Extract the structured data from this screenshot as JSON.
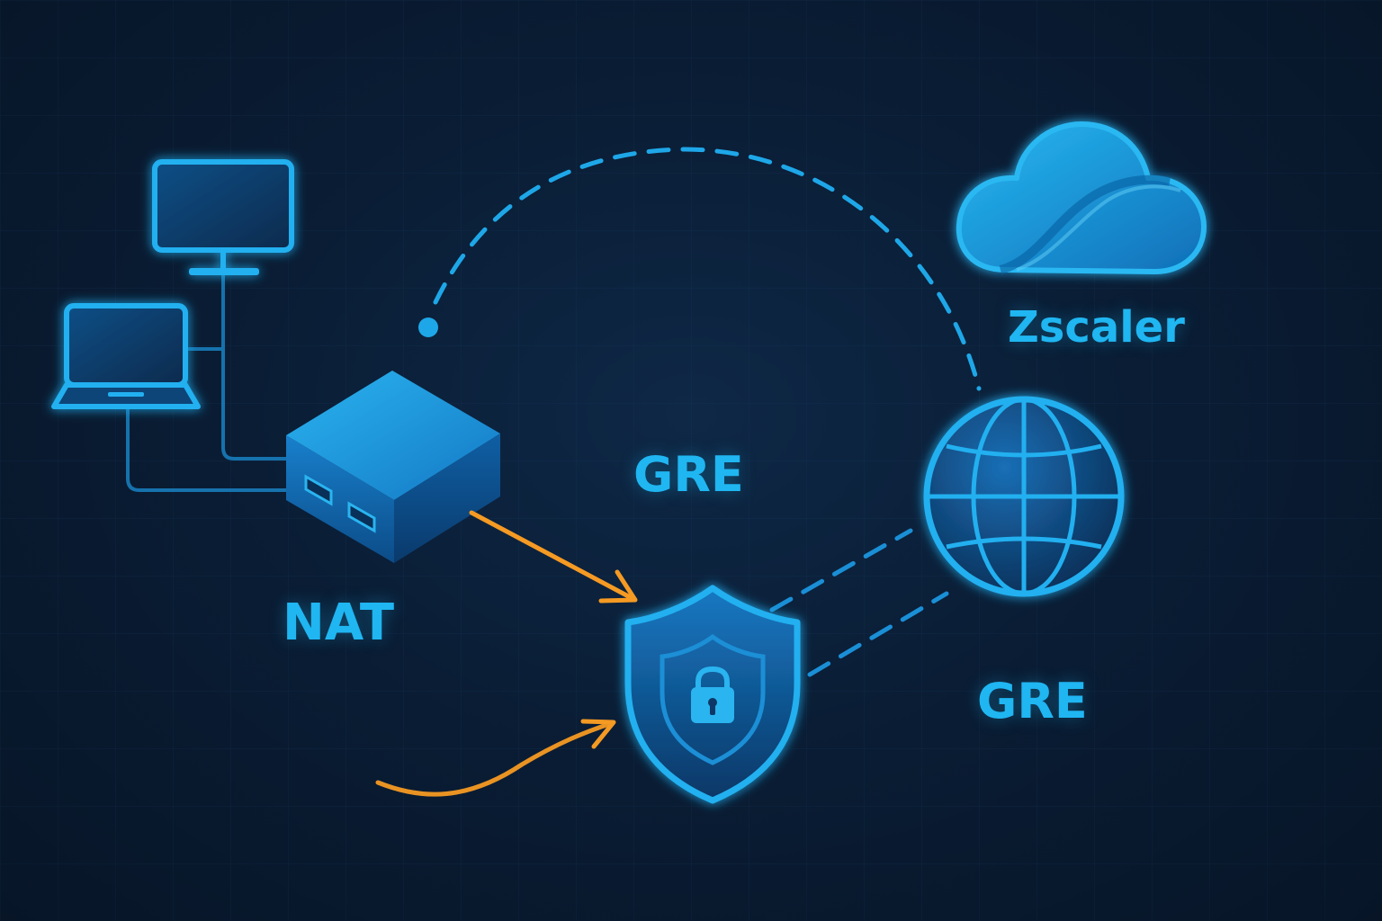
{
  "labels": {
    "nat": "NAT",
    "gre_top": "GRE",
    "gre_bottom": "GRE",
    "zscaler": "Zscaler"
  },
  "icons": {
    "desktop": "desktop-monitor-icon",
    "laptop": "laptop-icon",
    "router": "router-box-icon",
    "shield": "shield-lock-icon",
    "globe": "globe-icon",
    "cloud": "cloud-icon"
  },
  "colors": {
    "background": "#0a1c33",
    "accent_blue": "#1fb6f2",
    "arrow_orange": "#f59a23",
    "line_blue": "#1a8fd6"
  }
}
